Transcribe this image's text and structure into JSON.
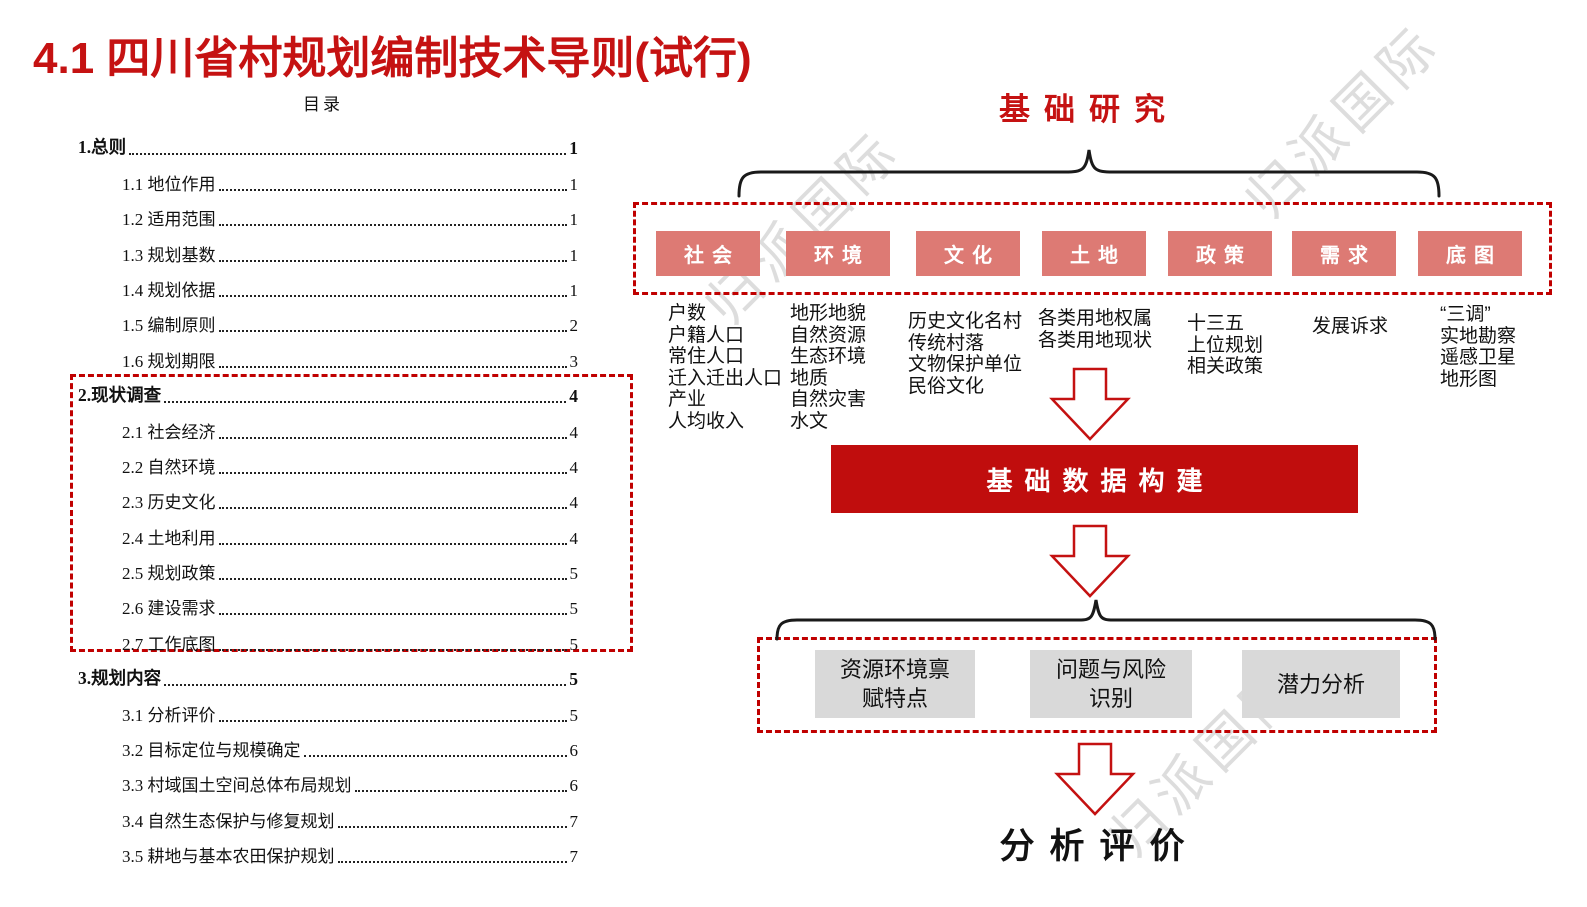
{
  "title": "4.1 四川省村规划编制技术导则(试行)",
  "watermark": {
    "text": "归派国际"
  },
  "toc": {
    "heading": "目录",
    "items": [
      {
        "label": "1.总则",
        "page": "1",
        "bold": true
      },
      {
        "label": "1.1 地位作用",
        "page": "1",
        "bold": false
      },
      {
        "label": "1.2 适用范围",
        "page": "1",
        "bold": false
      },
      {
        "label": "1.3 规划基数",
        "page": "1",
        "bold": false
      },
      {
        "label": "1.4 规划依据",
        "page": "1",
        "bold": false
      },
      {
        "label": "1.5 编制原则",
        "page": "2",
        "bold": false
      },
      {
        "label": "1.6 规划期限",
        "page": "3",
        "bold": false
      },
      {
        "label": "2.现状调查",
        "page": "4",
        "bold": true
      },
      {
        "label": "2.1 社会经济",
        "page": "4",
        "bold": false
      },
      {
        "label": "2.2 自然环境",
        "page": "4",
        "bold": false
      },
      {
        "label": "2.3 历史文化",
        "page": "4",
        "bold": false
      },
      {
        "label": "2.4 土地利用",
        "page": "4",
        "bold": false
      },
      {
        "label": "2.5 规划政策",
        "page": "5",
        "bold": false
      },
      {
        "label": "2.6 建设需求",
        "page": "5",
        "bold": false
      },
      {
        "label": "2.7 工作底图",
        "page": "5",
        "bold": false
      },
      {
        "label": "3.规划内容",
        "page": "5",
        "bold": true
      },
      {
        "label": "3.1 分析评价",
        "page": "5",
        "bold": false
      },
      {
        "label": "3.2 目标定位与规模确定",
        "page": "6",
        "bold": false
      },
      {
        "label": "3.3 村域国土空间总体布局规划",
        "page": "6",
        "bold": false
      },
      {
        "label": "3.4 自然生态保护与修复规划",
        "page": "7",
        "bold": false
      },
      {
        "label": "3.5 耕地与基本农田保护规划",
        "page": "7",
        "bold": false
      }
    ]
  },
  "diagram": {
    "title": "基础研究",
    "categories": [
      {
        "label": "社会",
        "details": "户数\n户籍人口\n常住人口\n迁入迁出人口\n产业\n人均收入"
      },
      {
        "label": "环境",
        "details": "地形地貌\n自然资源\n生态环境\n地质\n自然灾害\n水文"
      },
      {
        "label": "文化",
        "details": "历史文化名村\n传统村落\n文物保护单位\n民俗文化"
      },
      {
        "label": "土地",
        "details": "各类用地权属\n各类用地现状"
      },
      {
        "label": "政策",
        "details": "十三五\n上位规划\n相关政策"
      },
      {
        "label": "需求",
        "details": "发展诉求"
      },
      {
        "label": "底图",
        "details": "“三调”\n实地勘察\n遥感卫星\n地形图"
      }
    ],
    "middle_bar": "基础数据构建",
    "outputs": [
      "资源环境禀\n赋特点",
      "问题与风险\n识别",
      "潜力分析"
    ],
    "final": "分析评价",
    "colors": {
      "accent_red": "#c51212",
      "category_fill": "#dd7a74",
      "bar_fill": "#c00d0d",
      "gray_fill": "#d9d9d9",
      "dashed_border": "#c00000",
      "watermark_gray": "#c3c3c3"
    }
  }
}
